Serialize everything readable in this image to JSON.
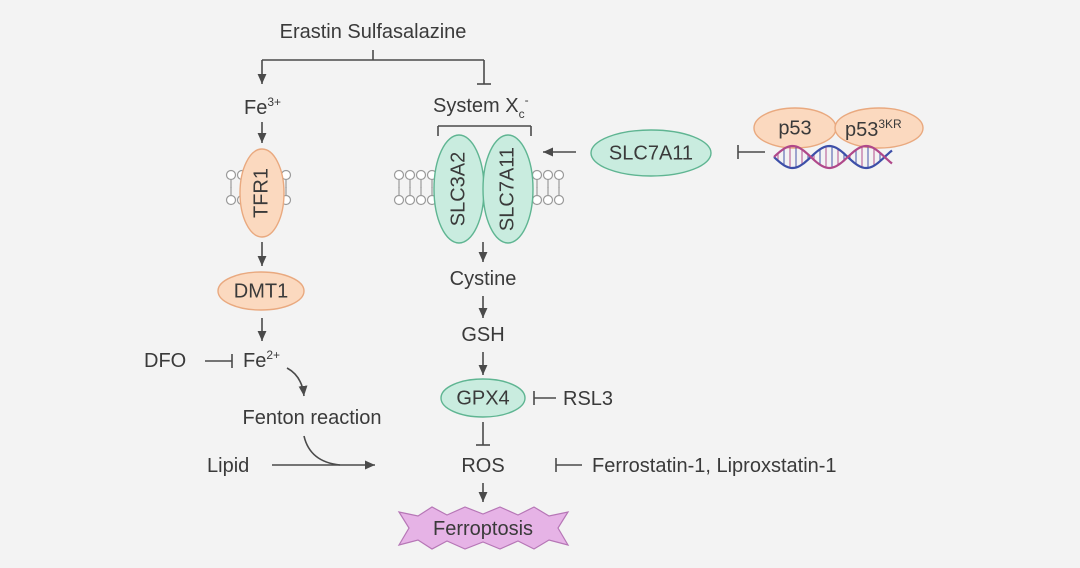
{
  "diagram": {
    "inducers": "Erastin Sulfasalazine",
    "fe3": {
      "base": "Fe",
      "sup": "3+"
    },
    "fe2": {
      "base": "Fe",
      "sup": "2+"
    },
    "system_xc": {
      "base": "System X",
      "sub": "c",
      "sup": "-"
    },
    "tfr1": "TFR1",
    "dmt1": "DMT1",
    "slc3a2": "SLC3A2",
    "slc7a11_transporter": "SLC7A11",
    "slc7a11_gene": "SLC7A11",
    "p53": "p53",
    "p53_3kr": {
      "base": "p53",
      "sup": "3KR"
    },
    "cystine": "Cystine",
    "gsh": "GSH",
    "gpx4": "GPX4",
    "rsl3": "RSL3",
    "dfo": "DFO",
    "fenton": "Fenton reaction",
    "lipid": "Lipid",
    "ros": "ROS",
    "ros_inhibitors": "Ferrostatin-1, Liproxstatin-1",
    "ferroptosis": "Ferroptosis"
  },
  "colors": {
    "background": "#f3f3f3",
    "orange_node_fill": "#fbd9bf",
    "orange_node_stroke": "#e9a97f",
    "green_node_fill": "#c9ecdf",
    "green_node_stroke": "#5fb592",
    "ferroptosis_fill": "#e6b3e6",
    "ferroptosis_stroke": "#b676b6",
    "dna_strand_a": "#3d4fa8",
    "dna_strand_b": "#b0488a"
  }
}
